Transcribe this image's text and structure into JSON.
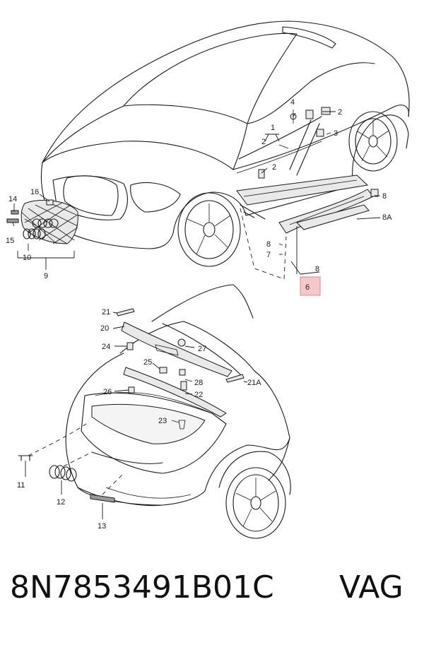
{
  "part_number": "8N7853491B01C",
  "brand": "VAG",
  "highlight_color": "#f4c8c8",
  "highlight_border": "#d98a8a",
  "callouts_top": {
    "c1": "1",
    "c2a": "2",
    "c2b": "2",
    "c2c": "2",
    "c3": "3",
    "c4": "4",
    "c6": "6",
    "c7": "7",
    "c8a": "8",
    "c8b": "8",
    "c8c": "8",
    "c8A": "8A",
    "c9": "9",
    "c10": "10",
    "c14": "14",
    "c15": "15",
    "c16": "16"
  },
  "callouts_bottom": {
    "c11": "11",
    "c12": "12",
    "c13": "13",
    "c20": "20",
    "c21": "21",
    "c21A": "21A",
    "c22": "22",
    "c23": "23",
    "c24": "24",
    "c25": "25",
    "c26": "26",
    "c27": "27",
    "c28": "28"
  }
}
